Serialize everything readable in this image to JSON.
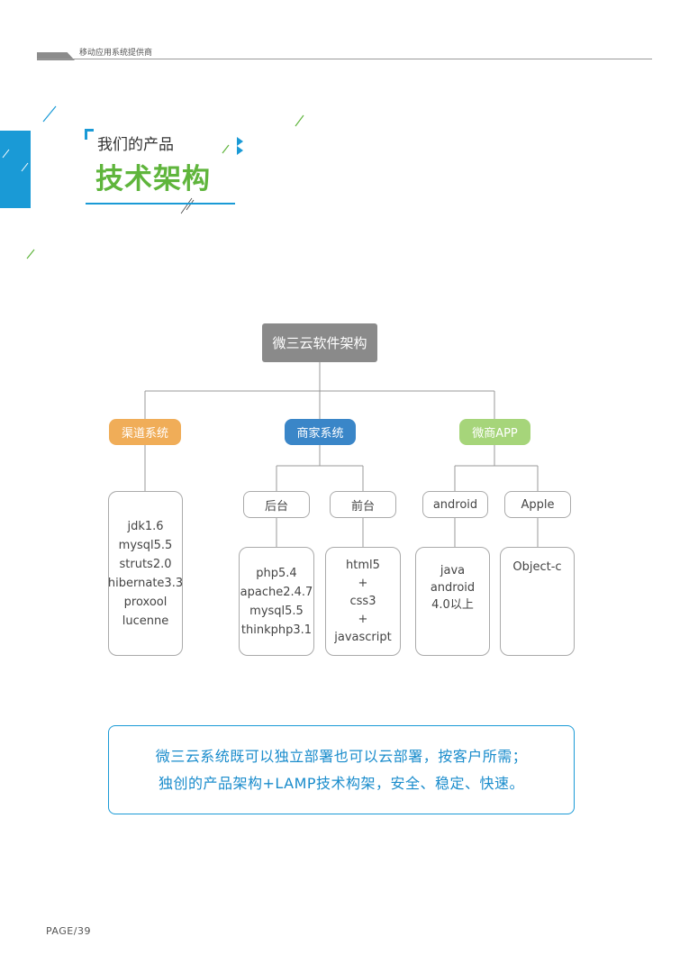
{
  "header": {
    "text": "移动应用系统提供商"
  },
  "title": {
    "subtitle": "我们的产品",
    "main": "技术架构"
  },
  "architecture": {
    "root": "微三云软件架构",
    "channel": {
      "label": "渠道系统",
      "items": [
        "jdk1.6",
        "mysql5.5",
        "struts2.0",
        "hibernate3.3",
        "proxool",
        "lucenne"
      ]
    },
    "merchant": {
      "label": "商家系统",
      "backend": {
        "label": "后台",
        "items": [
          "php5.4",
          "apache2.4.7",
          "mysql5.5",
          "thinkphp3.1"
        ]
      },
      "frontend": {
        "label": "前台",
        "items": [
          "html5",
          "+",
          "css3",
          "+",
          "javascript"
        ]
      }
    },
    "wechat": {
      "label": "微商APP",
      "android": {
        "label": "android",
        "items": [
          "java",
          "android",
          "4.0以上"
        ]
      },
      "apple": {
        "label": "Apple",
        "items": [
          "Object-c"
        ]
      }
    }
  },
  "summary": {
    "line1": "微三云系统既可以独立部署也可以云部署，按客户所需；",
    "line2": "独创的产品架构+LAMP技术构架，安全、稳定、快速。"
  },
  "footer": {
    "page": "PAGE/39"
  },
  "colors": {
    "blue": "#1a9ad6",
    "green": "#5fb53c",
    "orange": "#f0ad58",
    "merchant_blue": "#3a86c8",
    "light_green": "#a6d57a",
    "root_gray": "#8a8a8a"
  }
}
